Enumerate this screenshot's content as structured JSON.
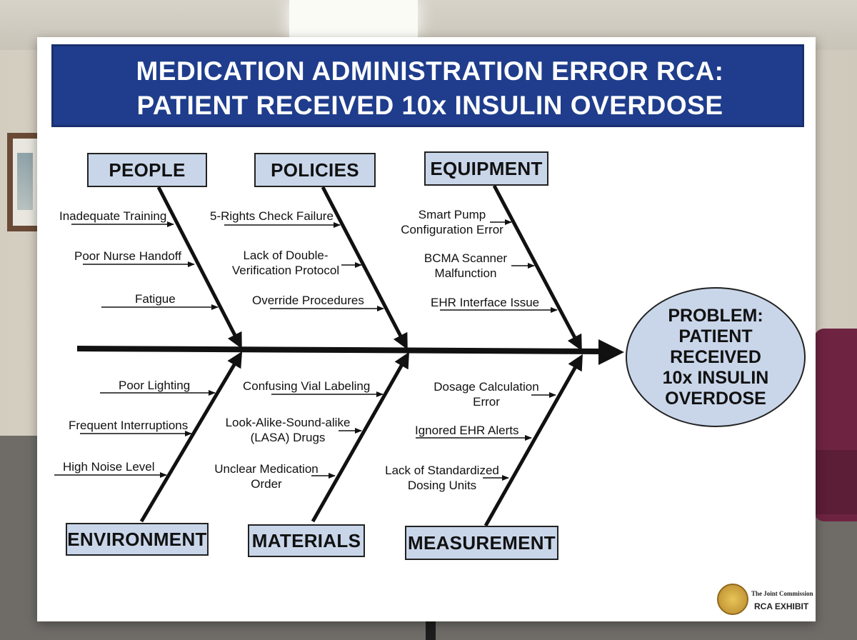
{
  "title": {
    "line1": "MEDICATION ADMINISTRATION ERROR RCA:",
    "line2": "PATIENT RECEIVED 10x INSULIN OVERDOSE"
  },
  "categories": {
    "people": "PEOPLE",
    "policies": "POLICIES",
    "equipment": "EQUIPMENT",
    "environment": "ENVIRONMENT",
    "materials": "MATERIALS",
    "measurement": "MEASUREMENT"
  },
  "causes": {
    "people": [
      "Inadequate Training",
      "Poor Nurse Handoff",
      "Fatigue"
    ],
    "policies": [
      "5-Rights Check Failure",
      "Lack of Double-",
      "Verification Protocol",
      "Override Procedures"
    ],
    "equipment": [
      "Smart Pump",
      "Configuration Error",
      "BCMA Scanner",
      "Malfunction",
      "EHR Interface Issue"
    ],
    "environment": [
      "Poor Lighting",
      "Frequent Interruptions",
      "High Noise Level"
    ],
    "materials": [
      "Confusing Vial Labeling",
      "Look-Alike-Sound-alike",
      "(LASA) Drugs",
      "Unclear Medication",
      "Order"
    ],
    "measurement": [
      "Dosage Calculation",
      "Error",
      "Ignored EHR Alerts",
      "Lack of Standardized",
      "Dosing Units"
    ]
  },
  "problem": [
    "PROBLEM:",
    "PATIENT",
    "RECEIVED",
    "10x INSULIN",
    "OVERDOSE"
  ],
  "seal": {
    "org": "The Joint Commission",
    "label": "RCA EXHIBIT"
  },
  "colors": {
    "banner": "#1f3d8c",
    "box_fill": "#c9d6ea",
    "seal_gold": "#d4a93c"
  }
}
